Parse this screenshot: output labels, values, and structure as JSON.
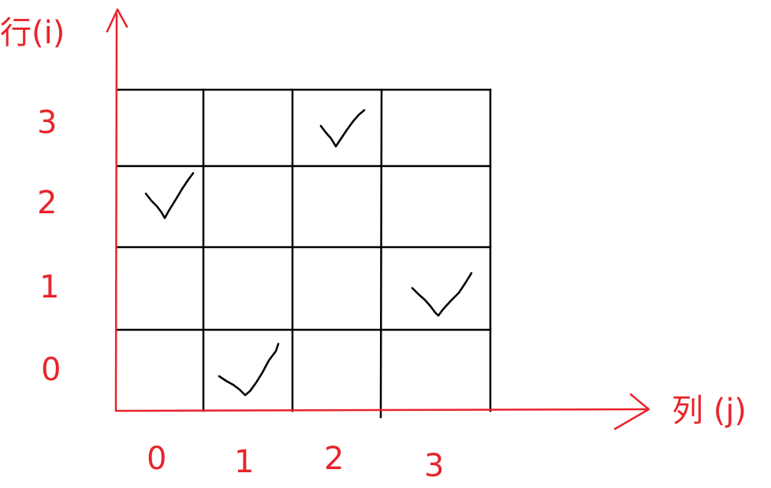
{
  "axes": {
    "row_title": "行(i)",
    "col_title": "列 (j)",
    "row_labels": [
      "3",
      "2",
      "1",
      "0"
    ],
    "col_labels": [
      "0",
      "1",
      "2",
      "3"
    ]
  },
  "grid": {
    "rows": 4,
    "cols": 4,
    "marked_cells": [
      {
        "row": 3,
        "col": 2
      },
      {
        "row": 2,
        "col": 0
      },
      {
        "row": 1,
        "col": 3
      },
      {
        "row": 0,
        "col": 1
      }
    ]
  },
  "colors": {
    "axis": "#e8242c",
    "grid": "#000000",
    "check": "#000000"
  },
  "icons": {
    "mark": "check-mark-icon"
  }
}
